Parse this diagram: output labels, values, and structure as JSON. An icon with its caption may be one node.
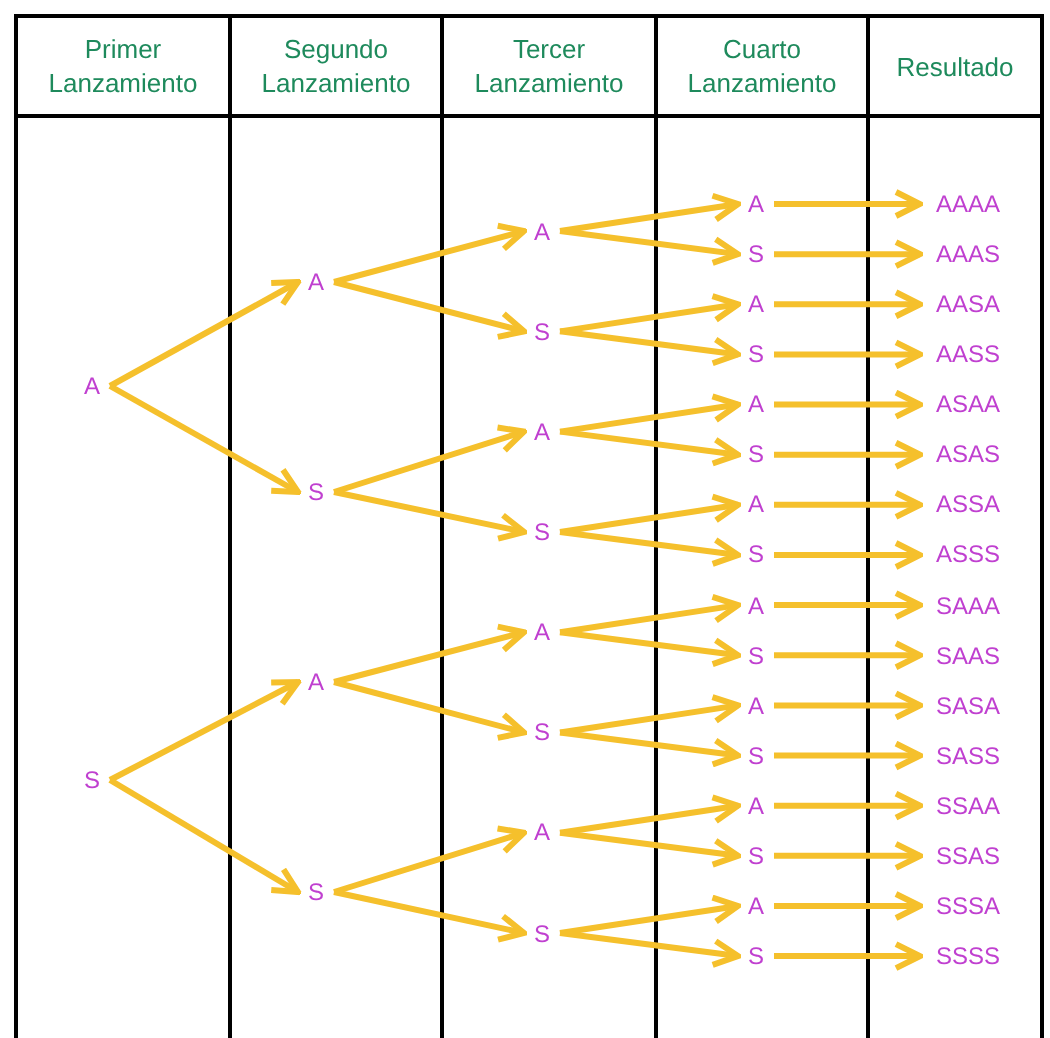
{
  "diagram": {
    "nodes": [
      {
        "text": [
          "A"
        ]
      },
      {
        "text": [
          "S"
        ]
      },
      {
        "text": [
          "A"
        ]
      },
      {
        "text": [
          "S"
        ]
      },
      {
        "text": [
          "A"
        ]
      },
      {
        "text": [
          "S"
        ]
      },
      {
        "text": [
          "A"
        ]
      },
      {
        "text": [
          "S"
        ]
      },
      {
        "text": [
          "A"
        ]
      },
      {
        "text": [
          "S"
        ]
      },
      {
        "text": [
          "A"
        ]
      },
      {
        "text": [
          "S"
        ]
      },
      {
        "text": [
          "A"
        ]
      },
      {
        "text": [
          "S"
        ]
      },
      {
        "text": [
          "A"
        ]
      },
      {
        "text": [
          "S"
        ]
      },
      {
        "text": [
          "A"
        ]
      },
      {
        "text": [
          "S"
        ]
      },
      {
        "text": [
          "A"
        ]
      },
      {
        "text": [
          "S"
        ]
      },
      {
        "text": [
          "A"
        ]
      },
      {
        "text": [
          "S"
        ]
      },
      {
        "text": [
          "A"
        ]
      },
      {
        "text": [
          "S"
        ]
      },
      {
        "text": [
          "A"
        ]
      },
      {
        "text": [
          "S"
        ]
      },
      {
        "text": [
          "A"
        ]
      },
      {
        "text": [
          "S"
        ]
      },
      {
        "text": [
          "A"
        ]
      },
      {
        "text": [
          "S"
        ]
      },
      {
        "text": [
          "AAAA"
        ]
      },
      {
        "text": [
          "AAAS"
        ]
      },
      {
        "text": [
          "AASA"
        ]
      },
      {
        "text": [
          "AASS"
        ]
      },
      {
        "text": [
          "ASAA"
        ]
      },
      {
        "text": [
          "ASAS"
        ]
      },
      {
        "text": [
          "ASSA"
        ]
      },
      {
        "text": [
          "ASSS"
        ]
      },
      {
        "text": [
          "SAAA"
        ]
      },
      {
        "text": [
          "SAAS"
        ]
      },
      {
        "text": [
          "SASA"
        ]
      },
      {
        "text": [
          "SASS"
        ]
      },
      {
        "text": [
          "SSAA"
        ]
      },
      {
        "text": [
          "SSAS"
        ]
      },
      {
        "text": [
          "SSSA"
        ]
      },
      {
        "text": [
          "SSSS"
        ]
      }
    ],
    "edges": [
      {
        "from": 0,
        "to": 2,
        "arrow": "to"
      },
      {
        "from": 0,
        "to": 3,
        "arrow": "to"
      },
      {
        "from": 1,
        "to": 4,
        "arrow": "to"
      },
      {
        "from": 1,
        "to": 5,
        "arrow": "to"
      },
      {
        "from": 2,
        "to": 6,
        "arrow": "to"
      },
      {
        "from": 2,
        "to": 7,
        "arrow": "to"
      },
      {
        "from": 3,
        "to": 8,
        "arrow": "to"
      },
      {
        "from": 3,
        "to": 9,
        "arrow": "to"
      },
      {
        "from": 4,
        "to": 10,
        "arrow": "to"
      },
      {
        "from": 4,
        "to": 11,
        "arrow": "to"
      },
      {
        "from": 5,
        "to": 12,
        "arrow": "to"
      },
      {
        "from": 5,
        "to": 13,
        "arrow": "to"
      },
      {
        "from": 6,
        "to": 14,
        "arrow": "to"
      },
      {
        "from": 6,
        "to": 15,
        "arrow": "to"
      },
      {
        "from": 7,
        "to": 16,
        "arrow": "to"
      },
      {
        "from": 7,
        "to": 17,
        "arrow": "to"
      },
      {
        "from": 8,
        "to": 18,
        "arrow": "to"
      },
      {
        "from": 8,
        "to": 19,
        "arrow": "to"
      },
      {
        "from": 9,
        "to": 20,
        "arrow": "to"
      },
      {
        "from": 9,
        "to": 21,
        "arrow": "to"
      },
      {
        "from": 10,
        "to": 22,
        "arrow": "to"
      },
      {
        "from": 10,
        "to": 23,
        "arrow": "to"
      },
      {
        "from": 11,
        "to": 24,
        "arrow": "to"
      },
      {
        "from": 11,
        "to": 25,
        "arrow": "to"
      },
      {
        "from": 12,
        "to": 26,
        "arrow": "to"
      },
      {
        "from": 12,
        "to": 27,
        "arrow": "to"
      },
      {
        "from": 13,
        "to": 28,
        "arrow": "to"
      },
      {
        "from": 13,
        "to": 29,
        "arrow": "to"
      },
      {
        "from": 14,
        "to": 30,
        "arrow": "to"
      },
      {
        "from": 15,
        "to": 31,
        "arrow": "to"
      },
      {
        "from": 16,
        "to": 32,
        "arrow": "to"
      },
      {
        "from": 17,
        "to": 33,
        "arrow": "to"
      },
      {
        "from": 18,
        "to": 34,
        "arrow": "to"
      },
      {
        "from": 19,
        "to": 35,
        "arrow": "to"
      },
      {
        "from": 20,
        "to": 36,
        "arrow": "to"
      },
      {
        "from": 21,
        "to": 37,
        "arrow": "to"
      },
      {
        "from": 22,
        "to": 38,
        "arrow": "to"
      },
      {
        "from": 23,
        "to": 39,
        "arrow": "to"
      },
      {
        "from": 24,
        "to": 40,
        "arrow": "to"
      },
      {
        "from": 25,
        "to": 41,
        "arrow": "to"
      },
      {
        "from": 26,
        "to": 42,
        "arrow": "to"
      },
      {
        "from": 27,
        "to": 43,
        "arrow": "to"
      },
      {
        "from": 28,
        "to": 44,
        "arrow": "to"
      },
      {
        "from": 29,
        "to": 45,
        "arrow": "to"
      }
    ],
    "labels": [
      "Primer Lanzamiento",
      "Segundo Lanzamiento",
      "Tercer Lanzamiento",
      "Cuarto Lanzamiento",
      "Resultado"
    ]
  }
}
